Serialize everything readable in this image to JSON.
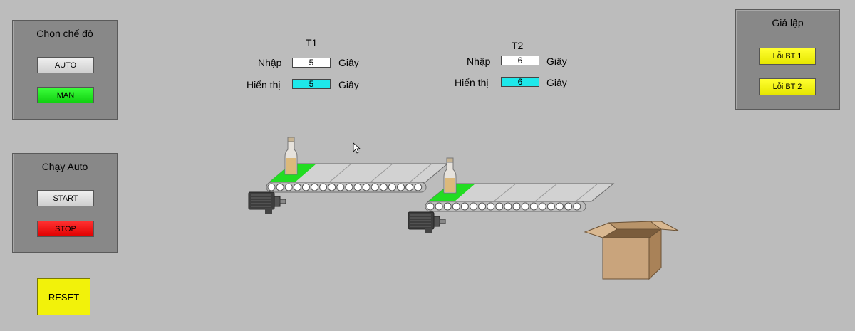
{
  "mode_panel": {
    "title": "Chọn chế độ",
    "auto_label": "AUTO",
    "man_label": "MAN"
  },
  "run_panel": {
    "title": "Chạy Auto",
    "start_label": "START",
    "stop_label": "STOP"
  },
  "reset_label": "RESET",
  "sim_panel": {
    "title": "Giả lập",
    "fault1_label": "Lỗi BT 1",
    "fault2_label": "Lỗi BT 2"
  },
  "timers": [
    {
      "title": "T1",
      "input_label": "Nhập",
      "display_label": "Hiển thị",
      "input_value": "5",
      "display_value": "5",
      "unit": "Giây"
    },
    {
      "title": "T2",
      "input_label": "Nhập",
      "display_label": "Hiển thị",
      "input_value": "6",
      "display_value": "6",
      "unit": "Giây"
    }
  ],
  "colors": {
    "background": "#bcbcbc",
    "panel": "#888888",
    "auto_button": "#d8d8d8",
    "man_button": "#22ee22",
    "start_button": "#d8d8d8",
    "stop_button": "#ff1a1a",
    "fault_button": "#f2f20a",
    "display_field": "#1ee8ea",
    "sensor_pad": "#22dd22",
    "box": "#c9a47c"
  }
}
